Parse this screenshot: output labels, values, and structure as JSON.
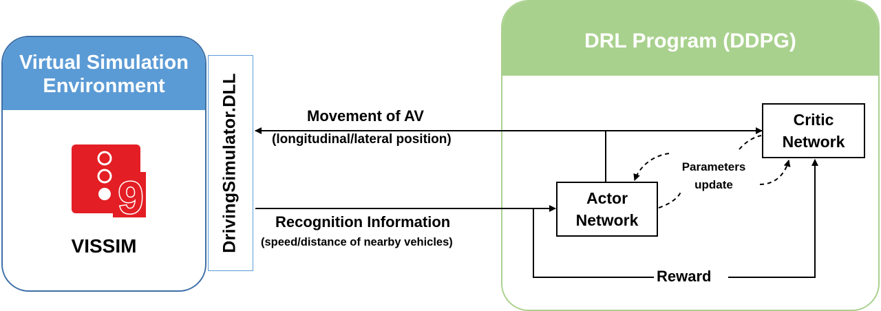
{
  "left_panel": {
    "title": "Virtual Simulation Environment",
    "software_label": "VISSIM",
    "logo_digit": "9",
    "logo_color": "#e31e24",
    "header_color": "#5b9bd5"
  },
  "interface": {
    "dll_label": "DrivingSimulator.DLL"
  },
  "right_panel": {
    "title": "DRL Program (DDPG)",
    "header_color": "#a9d18e",
    "critic_label": "Critic Network",
    "actor_label": "Actor Network",
    "params_label": "Parameters update",
    "reward_label": "Reward"
  },
  "flows": {
    "movement_label": "Movement of AV",
    "movement_sub": "(longitudinal/lateral position)",
    "recognition_label": "Recognition Information",
    "recognition_sub": "(speed/distance of nearby vehicles)"
  }
}
